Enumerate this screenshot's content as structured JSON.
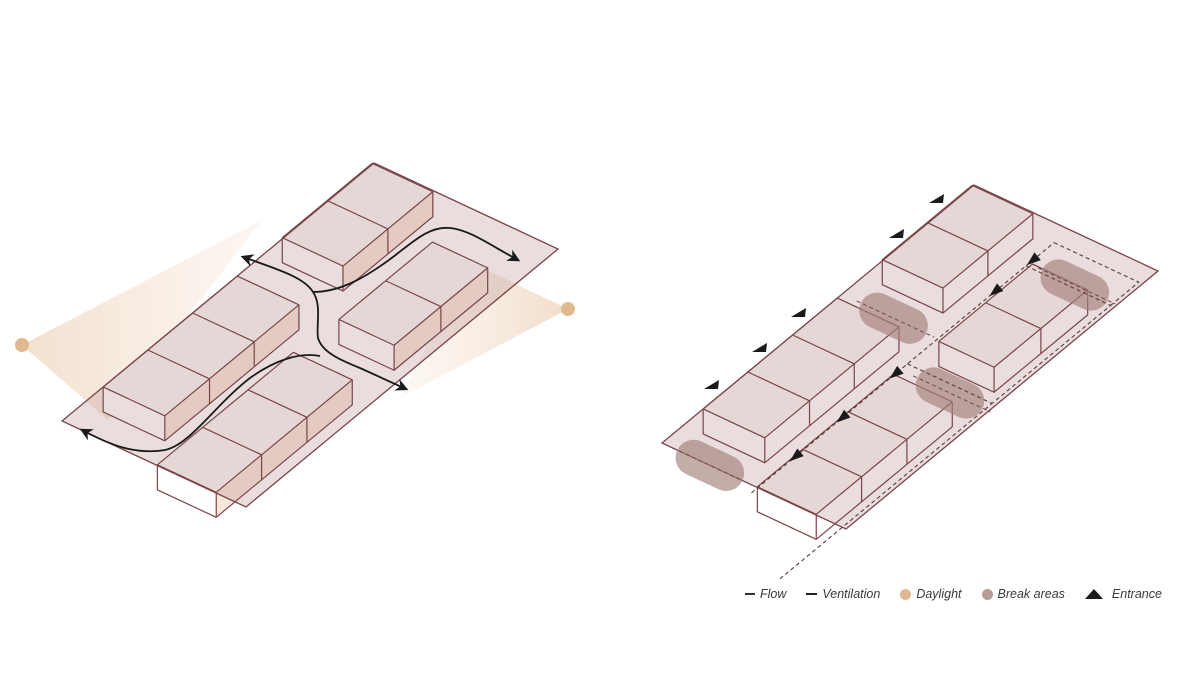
{
  "diagrams": [
    {
      "name": "ventilation-daylight-diagram"
    },
    {
      "name": "flow-break-entrance-diagram"
    }
  ],
  "legend": {
    "items": [
      {
        "key": "flow",
        "label": "Flow",
        "icon": "dashed-line-icon"
      },
      {
        "key": "ventilation",
        "label": "Ventilation",
        "icon": "solid-line-icon"
      },
      {
        "key": "daylight",
        "label": "Daylight",
        "icon": "circle-icon",
        "color": "#e0b991"
      },
      {
        "key": "break",
        "label": "Break areas",
        "icon": "circle-icon",
        "color": "#b89a96"
      },
      {
        "key": "entrance",
        "label": "Entrance",
        "icon": "triangle-icon",
        "color": "#1a1a1a"
      }
    ]
  },
  "colors": {
    "outline": "#7a4548",
    "plane": "#b58f8f",
    "daylight": "#e0b991",
    "break_area": "#a5807b",
    "arrow": "#1a1a1a"
  }
}
